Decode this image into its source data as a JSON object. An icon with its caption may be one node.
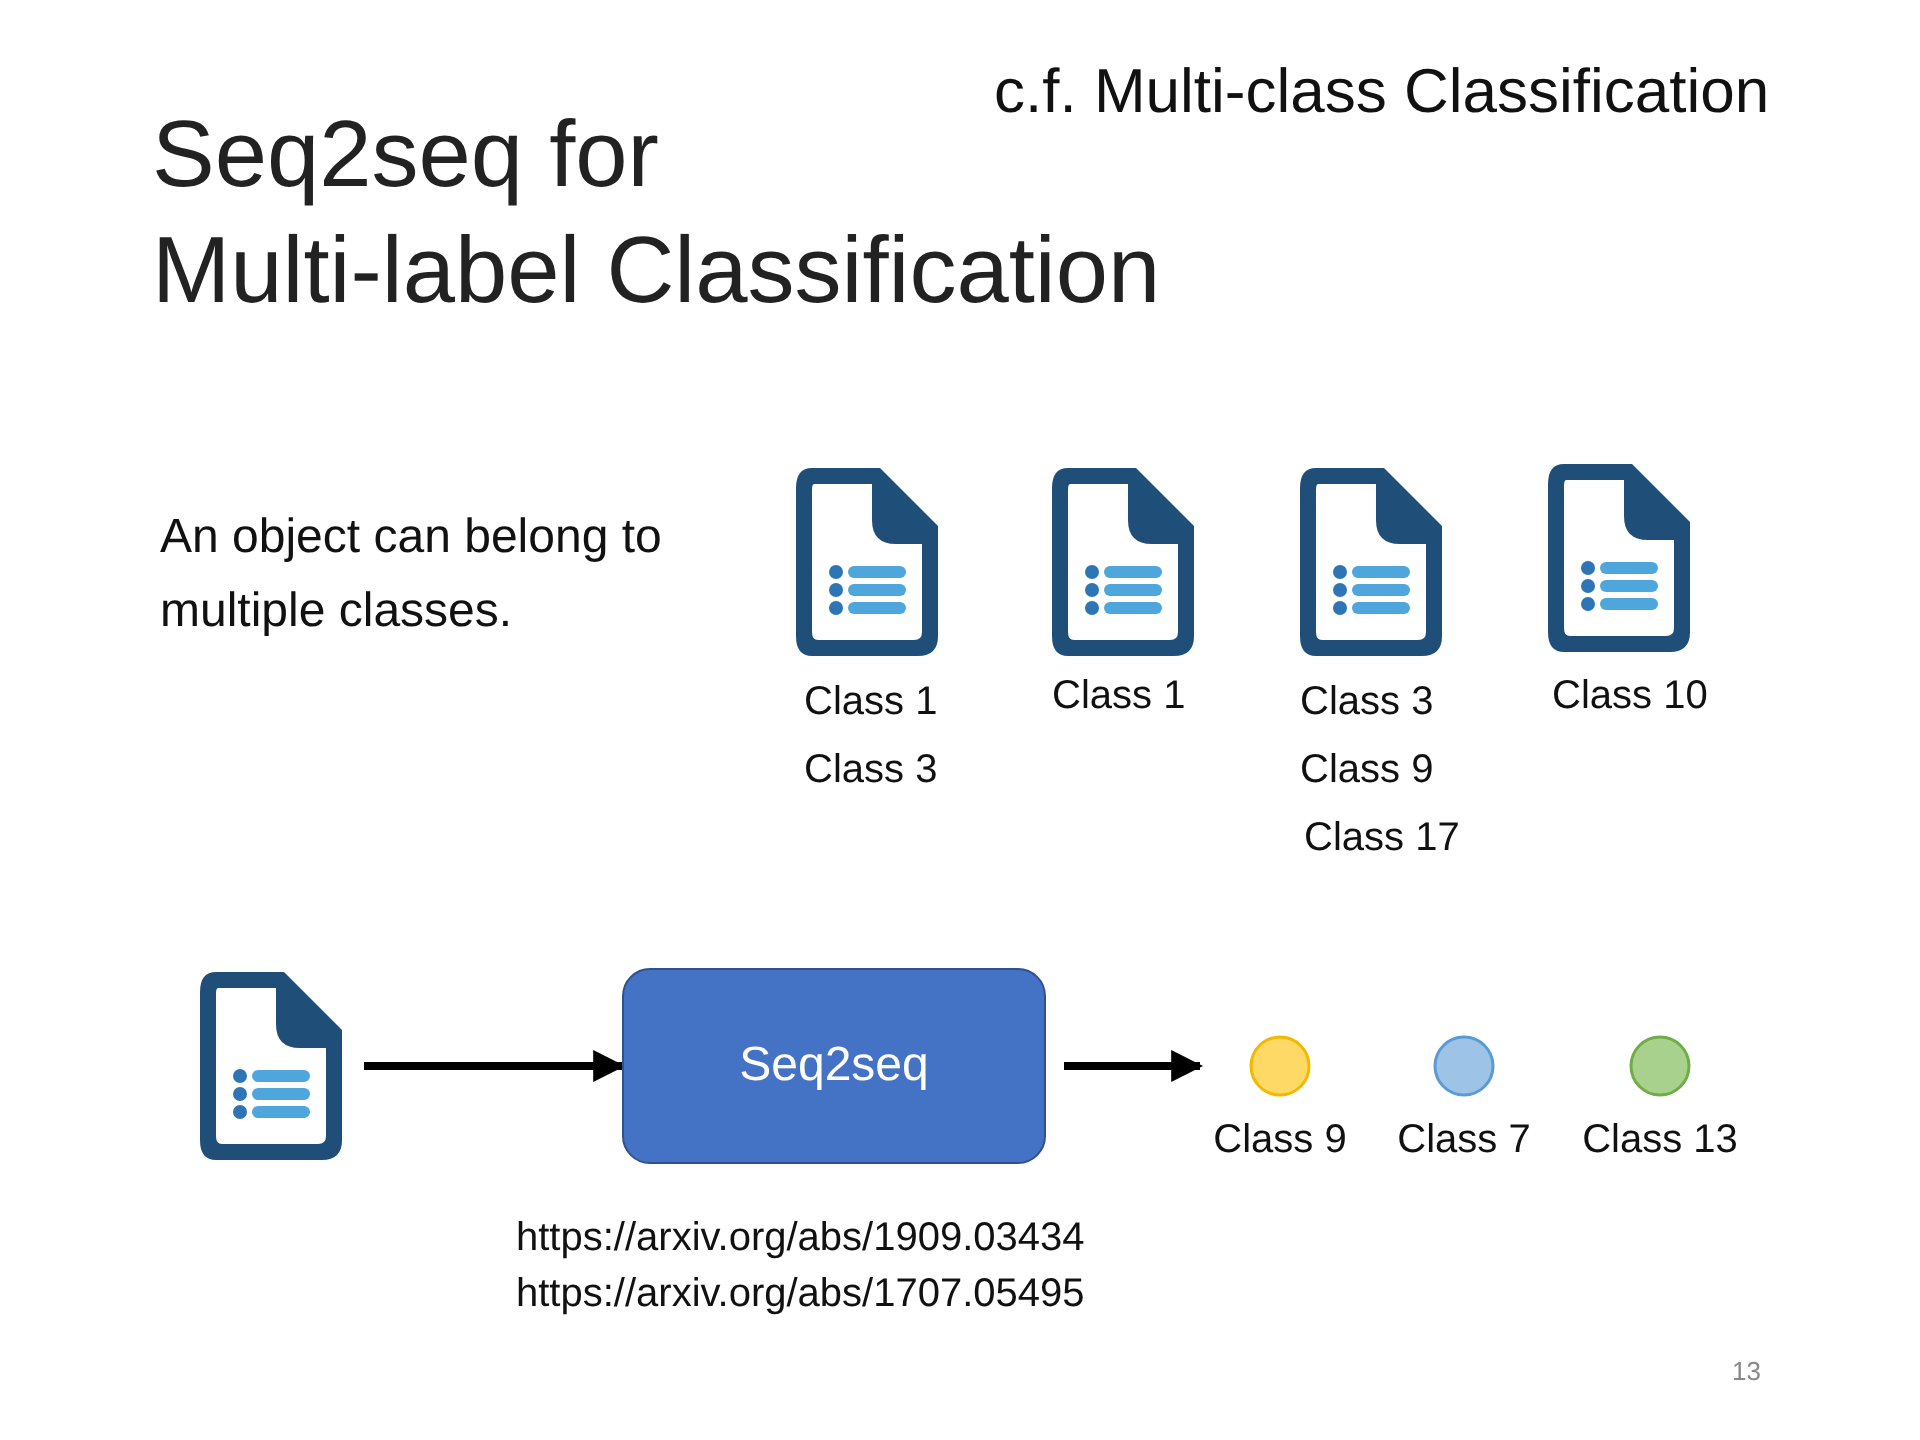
{
  "diagram": {
    "title": "Seq2seq for Multi-label Classification",
    "nodes": [
      {
        "text": [],
        "shape": "picture"
      },
      {
        "text": [
          "Seq2seq"
        ]
      },
      {
        "text": [
          "Class 9"
        ]
      },
      {
        "text": [
          "Class 7"
        ]
      },
      {
        "text": [
          "Class 13"
        ]
      }
    ],
    "edges": [
      {
        "from": 0,
        "to": 1,
        "arrow": "to"
      },
      {
        "from": 1,
        "to": 2,
        "arrow": "to"
      }
    ],
    "labels": [
      "c.f. Multi-class Classification",
      "An object can belong to multiple classes.",
      "Class 1",
      "Class 1",
      "Class 3",
      "Class 10",
      "Class 3",
      "Class 9",
      "Class 17",
      "https://arxiv.org/abs/1909.03434",
      "https://arxiv.org/abs/1707.05495",
      "13"
    ]
  }
}
